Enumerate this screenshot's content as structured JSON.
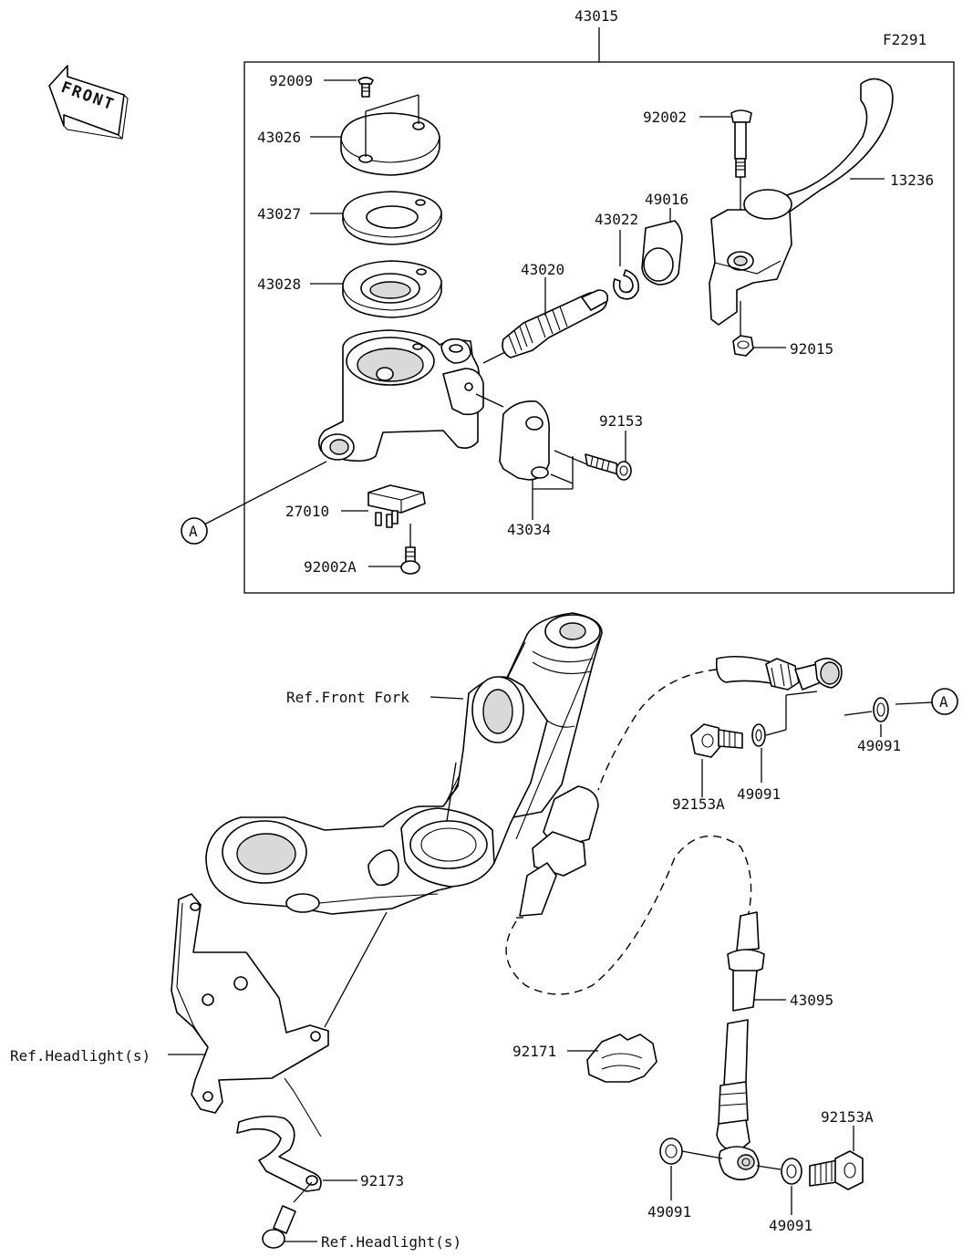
{
  "figure_id": "F2291",
  "front_label": "FRONT",
  "callouts": {
    "assembly": "43015",
    "c92009": "92009",
    "c43026": "43026",
    "c43027": "43027",
    "c43028": "43028",
    "c43020": "43020",
    "c43022": "43022",
    "c49016": "49016",
    "c92002": "92002",
    "c13236": "13236",
    "c92015": "92015",
    "c92153": "92153",
    "c27010": "27010",
    "c43034": "43034",
    "c92002A": "92002A",
    "markerA_top": "A",
    "markerA_right": "A",
    "ref_front_fork": "Ref.Front Fork",
    "ref_headlight_1": "Ref.Headlight(s)",
    "ref_headlight_2": "Ref.Headlight(s)",
    "c92173": "92173",
    "c92171": "92171",
    "c43095": "43095",
    "c49091_a": "49091",
    "c49091_b": "49091",
    "c49091_c": "49091",
    "c49091_d": "49091",
    "c92153A_a": "92153A",
    "c92153A_b": "92153A"
  }
}
